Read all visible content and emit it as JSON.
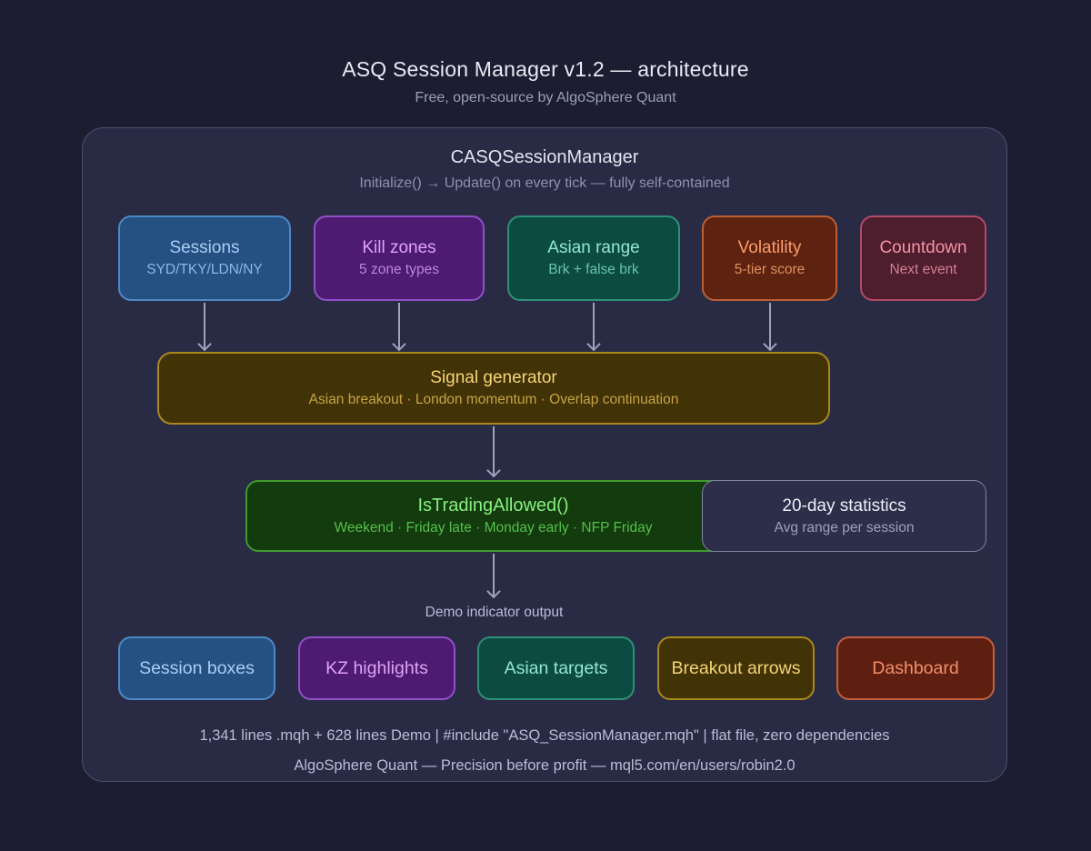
{
  "header": {
    "title": "ASQ Session Manager v1.2 — architecture",
    "subtitle": "Free, open-source by AlgoSphere Quant"
  },
  "panel": {
    "title": "CASQSessionManager",
    "subtitle": "Initialize() → Update() on every tick — fully self-contained"
  },
  "modules": [
    {
      "title": "Sessions",
      "subtitle": "SYD/TKY/LDN/NY"
    },
    {
      "title": "Kill zones",
      "subtitle": "5 zone types"
    },
    {
      "title": "Asian range",
      "subtitle": "Brk + false brk"
    },
    {
      "title": "Volatility",
      "subtitle": "5-tier score"
    },
    {
      "title": "Countdown",
      "subtitle": "Next event"
    }
  ],
  "signal_generator": {
    "title": "Signal generator",
    "subtitle": "Asian breakout · London momentum · Overlap continuation"
  },
  "trading_filter": {
    "title": "IsTradingAllowed()",
    "subtitle": "Weekend · Friday late · Monday early · NFP Friday"
  },
  "statistics": {
    "title": "20-day statistics",
    "subtitle": "Avg range per session"
  },
  "demo_output_label": "Demo indicator output",
  "outputs": [
    "Session boxes",
    "KZ highlights",
    "Asian targets",
    "Breakout arrows",
    "Dashboard"
  ],
  "footer": {
    "line1": "1,341 lines .mqh + 628 lines Demo | #include \"ASQ_SessionManager.mqh\" | flat file, zero dependencies",
    "line2": "AlgoSphere Quant — Precision before profit — mql5.com/en/users/robin2.0"
  },
  "colors": {
    "page_background": "#1c1d30",
    "panel_background": "#292b45",
    "panel_border": "#4c4f6e",
    "arrow": "#9ea2bb",
    "sessions_blue": "#245181",
    "killzones_purple": "#4d1b72",
    "asian_teal": "#0c4b42",
    "volatility_rust": "#5d2310",
    "countdown_maroon": "#4e1d2e",
    "signal_gold": "#413305",
    "filter_green": "#133b0e",
    "stats_slate": "#2d2f4a",
    "dashboard_red": "#5e1f10"
  }
}
